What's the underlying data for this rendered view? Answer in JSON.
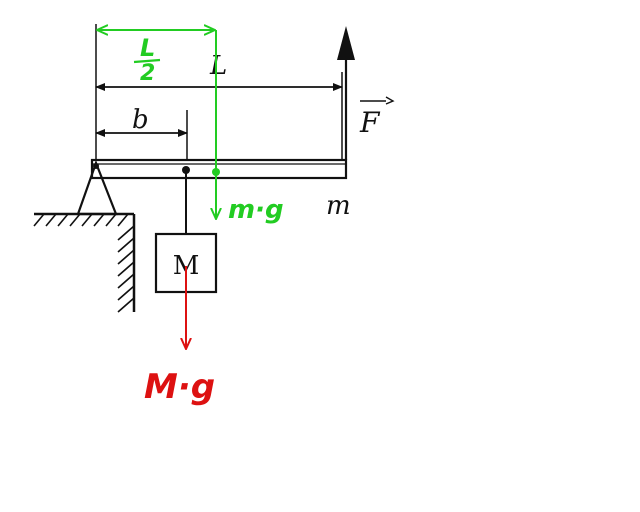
{
  "labels": {
    "half_length_top": "L",
    "half_length_bottom": "2",
    "length": "L",
    "distance_b": "b",
    "force": "F",
    "rod_mass": "m",
    "block": "M",
    "rod_weight": "m·g",
    "block_weight": "M·g"
  },
  "colors": {
    "ink": "#111111",
    "green": "#22cc22",
    "red": "#dd1111"
  }
}
